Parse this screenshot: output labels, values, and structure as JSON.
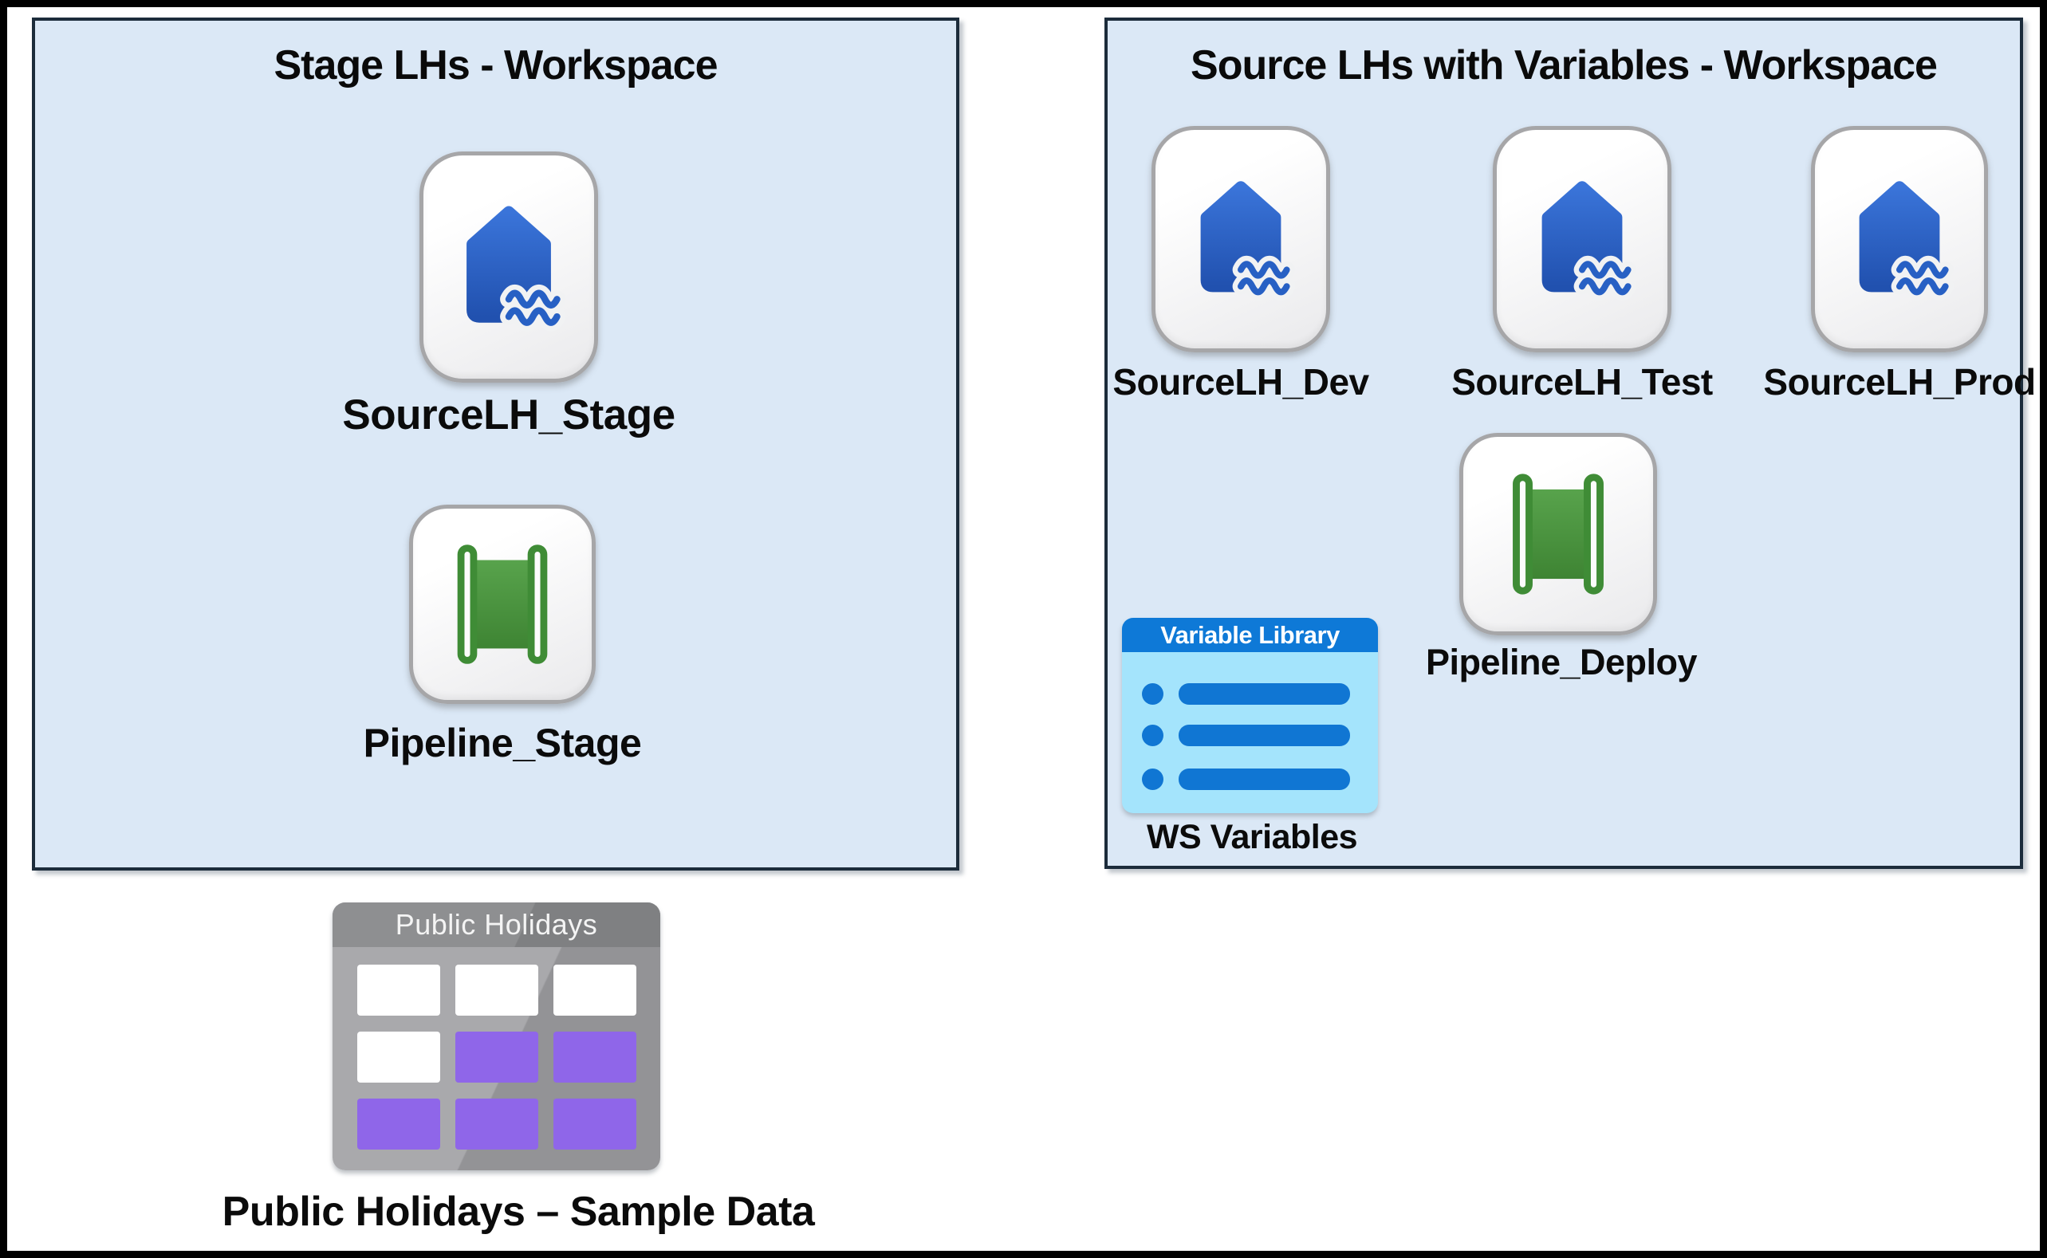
{
  "canvas": {
    "background": "#ffffff",
    "frame_color": "#000000"
  },
  "colors": {
    "workspace_fill": "#dbe8f6",
    "workspace_border": "#1c2c3b",
    "lakehouse_blue_top": "#3670d6",
    "lakehouse_blue_bottom": "#2151af",
    "pipeline_green_top": "#58a34c",
    "pipeline_green_bottom": "#3e8433",
    "variable_library_header_blue": "#0e79d7",
    "variable_library_body": "#a4e4fc",
    "variable_library_row_blue": "#1076d3",
    "table_gray": "#9a9a9d",
    "table_purple": "#8f66e9",
    "label_text": "#0b0b0b"
  },
  "workspaces": [
    {
      "title": "Stage LHs - Workspace",
      "items": [
        {
          "icon": "lakehouse-icon",
          "label": "SourceLH_Stage"
        },
        {
          "icon": "pipeline-icon",
          "label": "Pipeline_Stage"
        }
      ]
    },
    {
      "title": "Source LHs with Variables - Workspace",
      "items": [
        {
          "icon": "lakehouse-icon",
          "label": "SourceLH_Dev"
        },
        {
          "icon": "lakehouse-icon",
          "label": "SourceLH_Test"
        },
        {
          "icon": "lakehouse-icon",
          "label": "SourceLH_Prod"
        },
        {
          "icon": "pipeline-icon",
          "label": "Pipeline_Deploy"
        },
        {
          "icon": "variable-library-icon",
          "header": "Variable Library",
          "label": "WS Variables"
        }
      ]
    }
  ],
  "external": {
    "icon": "table-icon",
    "header": "Public Holidays",
    "label": "Public Holidays – Sample Data",
    "grid": [
      [
        "white",
        "white",
        "white"
      ],
      [
        "white",
        "purple",
        "purple"
      ],
      [
        "purple",
        "purple",
        "purple"
      ]
    ]
  }
}
